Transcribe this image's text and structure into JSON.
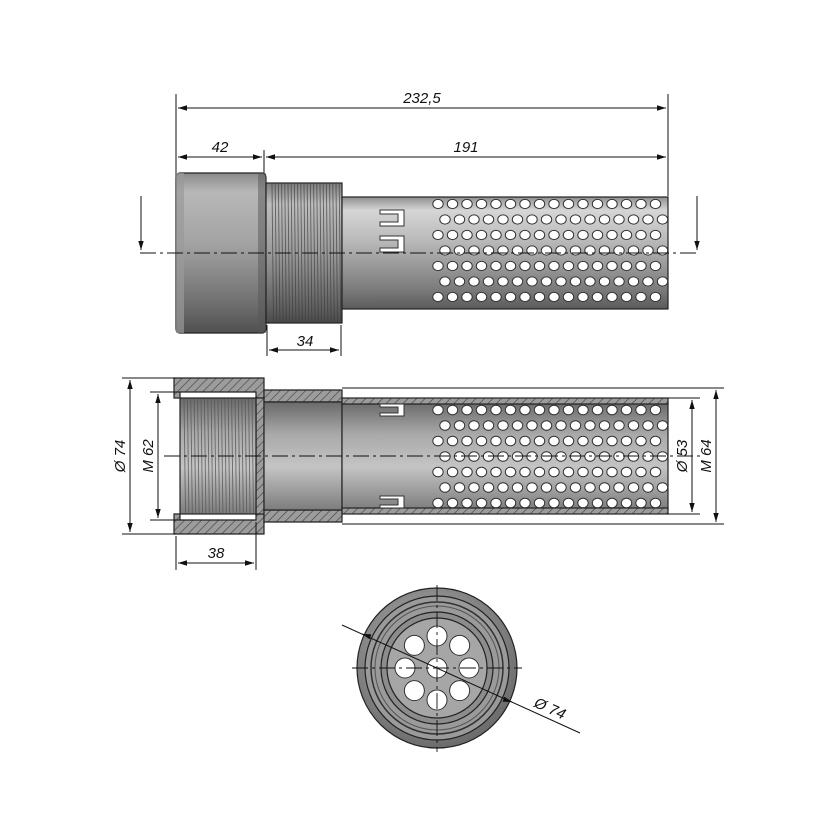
{
  "drawing": {
    "top_view": {
      "dim_total": "232,5",
      "dim_left": "42",
      "dim_right": "191",
      "dim_thread": "34"
    },
    "section_view": {
      "dim_outer_dia": "Ø 74",
      "dim_thread_m": "M 62",
      "dim_inner_dia": "Ø 53",
      "dim_end_m": "M 64",
      "dim_depth": "38"
    },
    "end_view": {
      "dim_dia": "Ø 74"
    }
  },
  "colors": {
    "line": "#222222",
    "body_light": "#c9c9c9",
    "body_dark": "#6f6f6f",
    "hatch": "#555555"
  }
}
